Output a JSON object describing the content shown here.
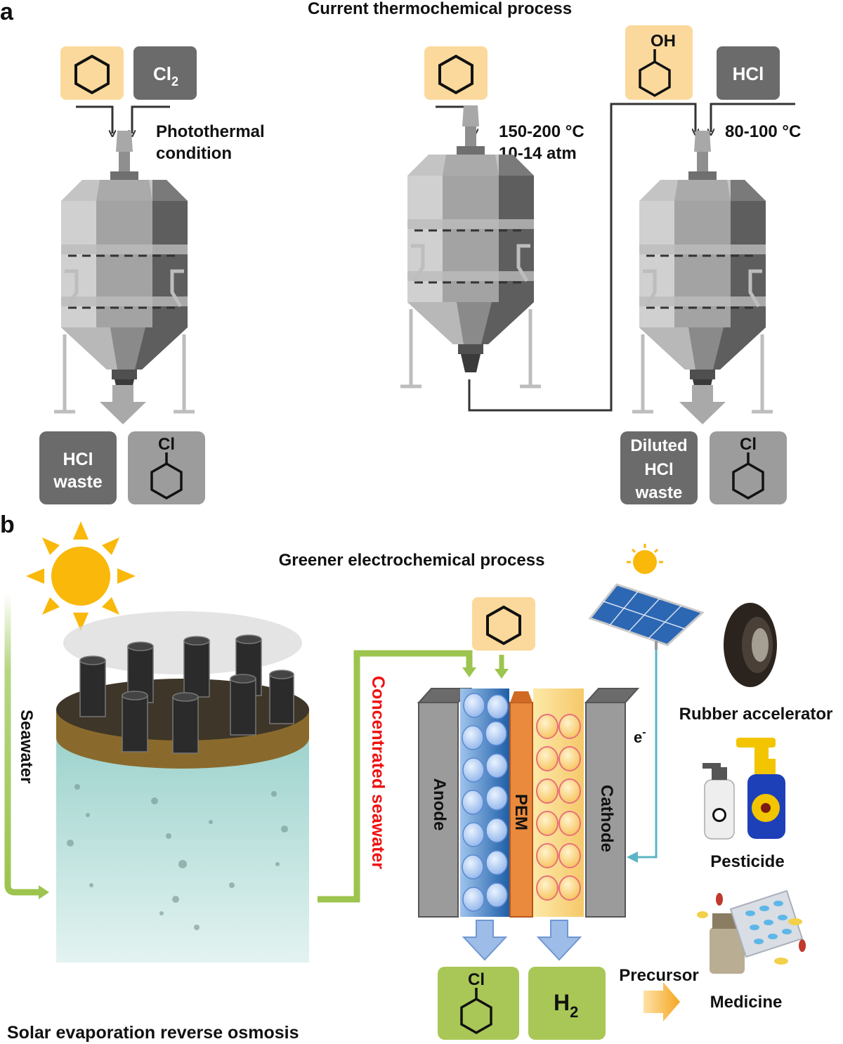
{
  "panel_a": {
    "letter": "a",
    "title": "Current thermochemical process",
    "left": {
      "reagent_cl2": "Cl",
      "reagent_cl2_sub": "2",
      "condition_line1": "Photothermal",
      "condition_line2": "condition",
      "output_waste_line1": "HCl",
      "output_waste_line2": "waste",
      "output_product_label": "Cl"
    },
    "middle": {
      "condition_line1": "150-200 °C",
      "condition_line2": "10-14 atm"
    },
    "right": {
      "oh_label": "OH",
      "reagent_hcl": "HCl",
      "condition": "80-100 °C",
      "output_waste_line1": "Diluted",
      "output_waste_line2": "HCl",
      "output_waste_line3": "waste",
      "output_product_label": "Cl"
    }
  },
  "panel_b": {
    "letter": "b",
    "title": "Greener electrochemical process",
    "seawater": "Seawater",
    "concentrated": "Concentrated seawater",
    "ro_label": "Solar evaporation reverse osmosis",
    "anode": "Anode",
    "pem": "PEM",
    "cathode": "Cathode",
    "electron": "e",
    "electron_sup": "-",
    "product_cl": "Cl",
    "product_h2": "H",
    "product_h2_sub": "2",
    "precursor": "Precursor",
    "uses": [
      "Rubber accelerator",
      "Pesticide",
      "Medicine"
    ]
  },
  "colors": {
    "reagent_fill": "#fbd99c",
    "grey_box": "#6b6b6b",
    "light_box": "#9c9c9c",
    "green_product": "#a9c757",
    "green_arrow": "#9cc44e",
    "red_text": "#ee1111",
    "pem_orange": "#e98a3c",
    "blue_arrow": "#7fa6dd",
    "sun": "#f9b80a"
  }
}
